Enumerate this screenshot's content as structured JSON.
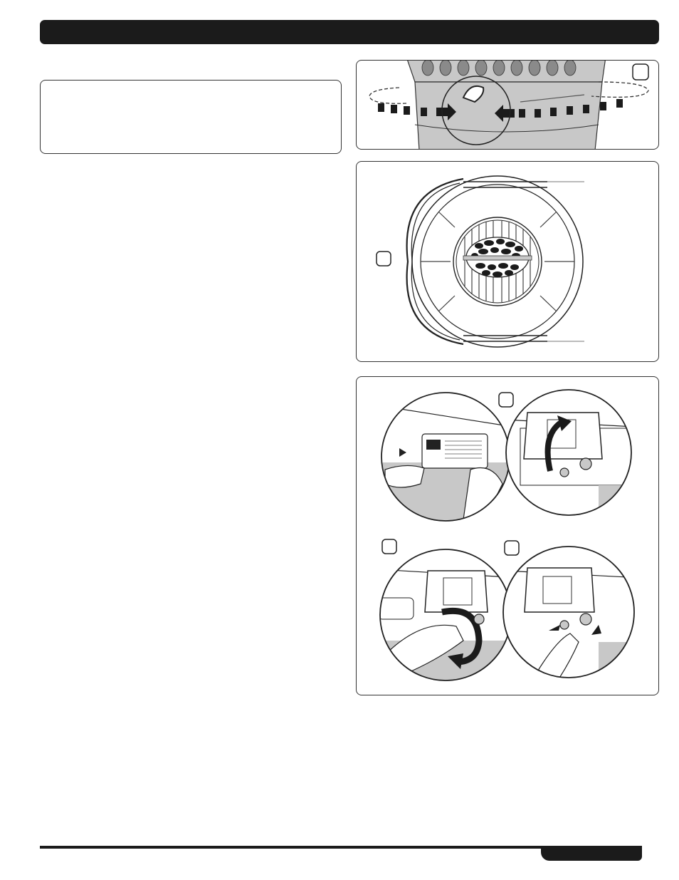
{
  "page": {
    "header_text": "",
    "notice_text": "",
    "footer_text": ""
  },
  "figures": [
    {
      "id": "fig-grill-side-handles",
      "callout_label": ""
    },
    {
      "id": "fig-grill-top-view",
      "callout_label": ""
    },
    {
      "id": "fig-control-panel-steps",
      "step_labels": [
        "",
        "",
        ""
      ]
    }
  ],
  "icons": {
    "arrow": "push-arrow-icon",
    "rotate": "rotate-arrow-icon",
    "hand": "hand-icon"
  },
  "colors": {
    "bar": "#1b1b1b",
    "illustration_fill": "#c8c8c8",
    "illustration_dark": "#8a8a8a",
    "line": "#222222"
  }
}
